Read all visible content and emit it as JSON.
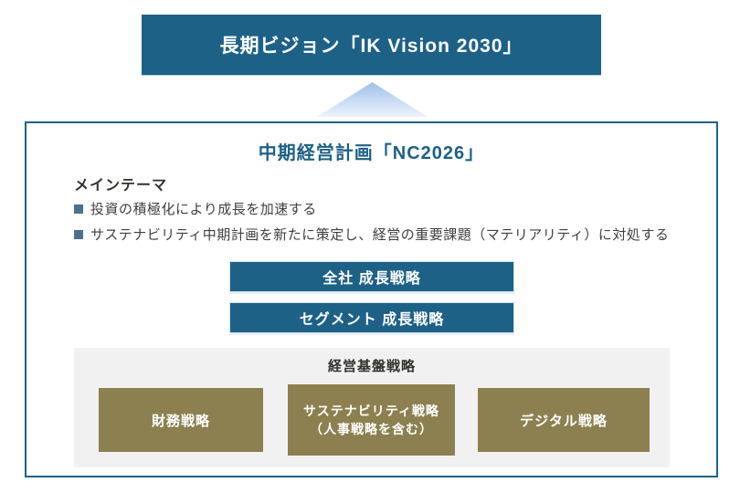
{
  "colors": {
    "teal": "#1d6187",
    "olive": "#8d8050",
    "panel_gray": "#f1f1f1",
    "bullet_square": "#4a708e",
    "arrow_gradient_top": "#9fc0e8",
    "arrow_gradient_bottom": "#ecf3fb",
    "text_dark": "#33302c",
    "text_body": "#3f3f3f",
    "text_on_fill": "#ffffff"
  },
  "vision_banner": {
    "label": "長期ビジョン「IK Vision 2030」"
  },
  "plan": {
    "title": "中期経営計画「NC2026」",
    "main_theme": {
      "heading": "メインテーマ",
      "bullets": [
        "投資の積極化により成長を加速する",
        "サステナビリティ中期計画を新たに策定し、経営の重要課題（マテリアリティ）に対処する"
      ]
    },
    "growth_strategies": [
      {
        "label": "全社 成長戦略"
      },
      {
        "label": "セグメント 成長戦略"
      }
    ],
    "foundation": {
      "heading": "経営基盤戦略",
      "boxes": [
        {
          "label": "財務戦略"
        },
        {
          "label_line1": "サステナビリティ戦略",
          "label_line2": "（人事戦略を含む）"
        },
        {
          "label": "デジタル戦略"
        }
      ]
    }
  }
}
